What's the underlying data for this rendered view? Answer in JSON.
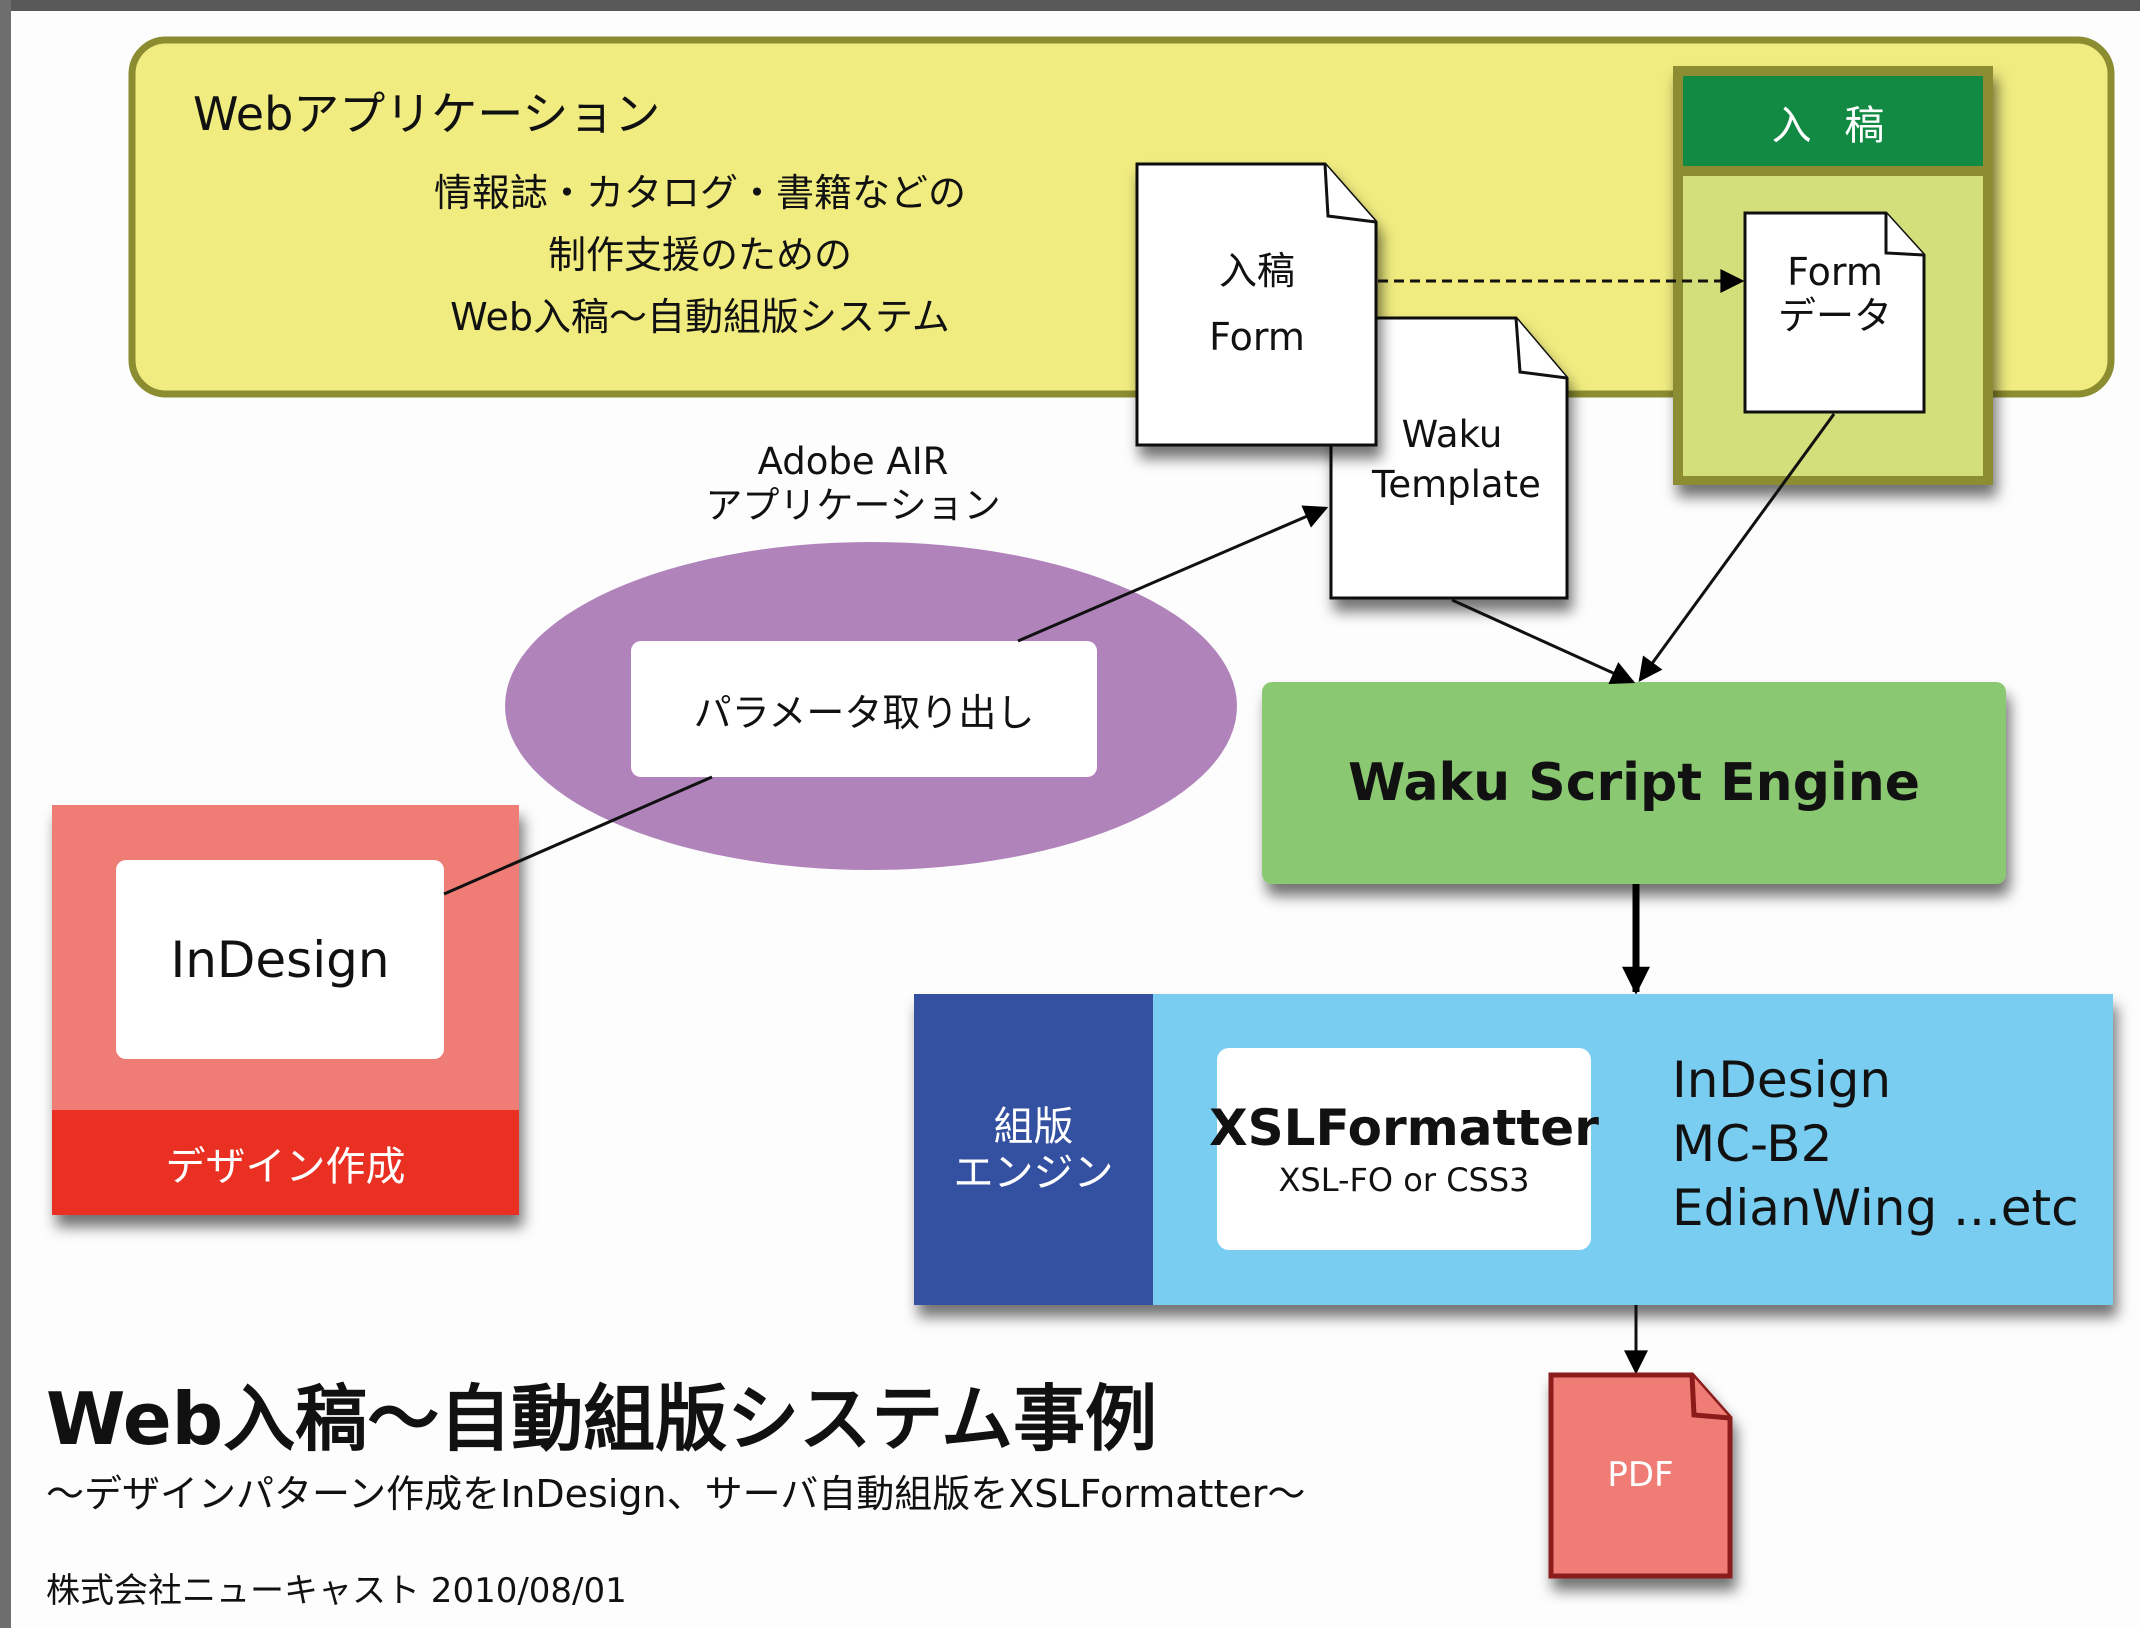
{
  "web_app": {
    "title": "Webアプリケーション",
    "description": [
      "情報誌・カタログ・書籍などの",
      "制作支援のための",
      "Web入稿〜自動組版システム"
    ],
    "fill_color": "#f0ec80",
    "border_color": "#8c8c30"
  },
  "nyuko_panel": {
    "header": "入 稿",
    "header_color": "#138a43",
    "body_color": "#d3df7a",
    "form_data_doc": [
      "Form",
      "データ"
    ]
  },
  "nyuko_form_doc": [
    "入稿",
    "Form"
  ],
  "waku_template_doc": [
    "Waku",
    "Template"
  ],
  "air_app": {
    "label": [
      "Adobe AIR",
      "アプリケーション"
    ],
    "ellipse_color": "#b084bb",
    "process_label": "パラメータ取り出し"
  },
  "indesign_panel": {
    "app_label": "InDesign",
    "footer_label": "デザイン作成",
    "body_color": "#f07c76",
    "footer_color": "#ea3023"
  },
  "script_engine": {
    "label": "Waku Script Engine",
    "color": "#8bc872"
  },
  "typesetting_engine": {
    "side_label": [
      "組版",
      "エンジン"
    ],
    "side_color": "#3450a0",
    "body_color": "#79cdf0",
    "formatter_title": "XSLFormatter",
    "formatter_sub": "XSL-FO or CSS3",
    "other_engines": [
      "InDesign",
      "MC-B2",
      "EdianWing ...etc"
    ]
  },
  "output_doc": {
    "label": "PDF",
    "fill_color": "#f07c76",
    "border_color": "#8b1a1a"
  },
  "footer": {
    "title": "Web入稿〜自動組版システム事例",
    "subtitle": "〜デザインパターン作成をInDesign、サーバ自動組版をXSLFormatter〜",
    "credit": "株式会社ニューキャスト 2010/08/01"
  }
}
